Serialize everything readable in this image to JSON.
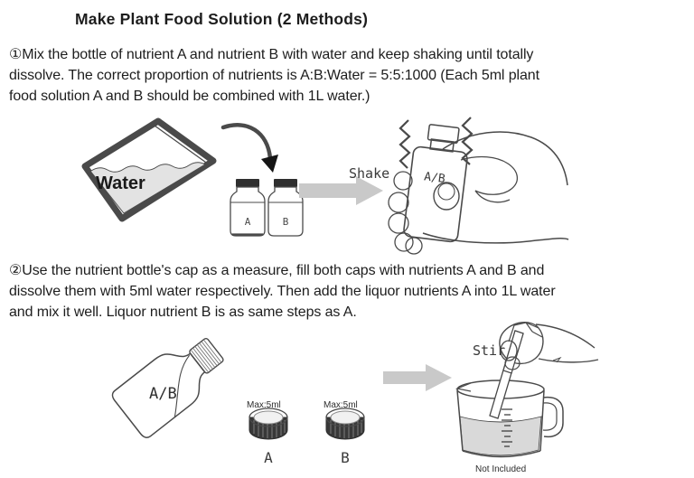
{
  "title": "Make Plant Food Solution (2 Methods)",
  "method1": {
    "lines": [
      "①Mix the bottle of nutrient A and nutrient B with water and keep shaking until totally",
      "dissolve. The correct proportion of nutrients is A:B:Water = 5:5:1000 (Each 5ml plant",
      "food solution A and B should be combined with 1L water.)"
    ],
    "illustration": {
      "water_label": "Water",
      "bottle_a_label": "A",
      "bottle_b_label": "B",
      "shake_label": "Shake",
      "mixed_bottle_label": "A/B"
    }
  },
  "method2": {
    "lines": [
      "②Use the nutrient bottle's cap as a measure, fill both caps with nutrients A and B and",
      "dissolve them with 5ml water respectively. Then add the liquor nutrients A into 1L water",
      "and mix it well. Liquor nutrient B is as same steps as A."
    ],
    "illustration": {
      "bottle_label": "A/B",
      "cap_a_max": "Max:5ml",
      "cap_b_max": "Max:5ml",
      "cap_a_label": "A",
      "cap_b_label": "B",
      "stir_label": "Stir",
      "not_included_label": "Not Included"
    }
  },
  "colors": {
    "text": "#1d1d1d",
    "line_art": "#4a4a4a",
    "arrow_gray": "#c9c9c9",
    "liquid_gray": "#dcdcdc",
    "cap_dark": "#2f2f2f"
  }
}
